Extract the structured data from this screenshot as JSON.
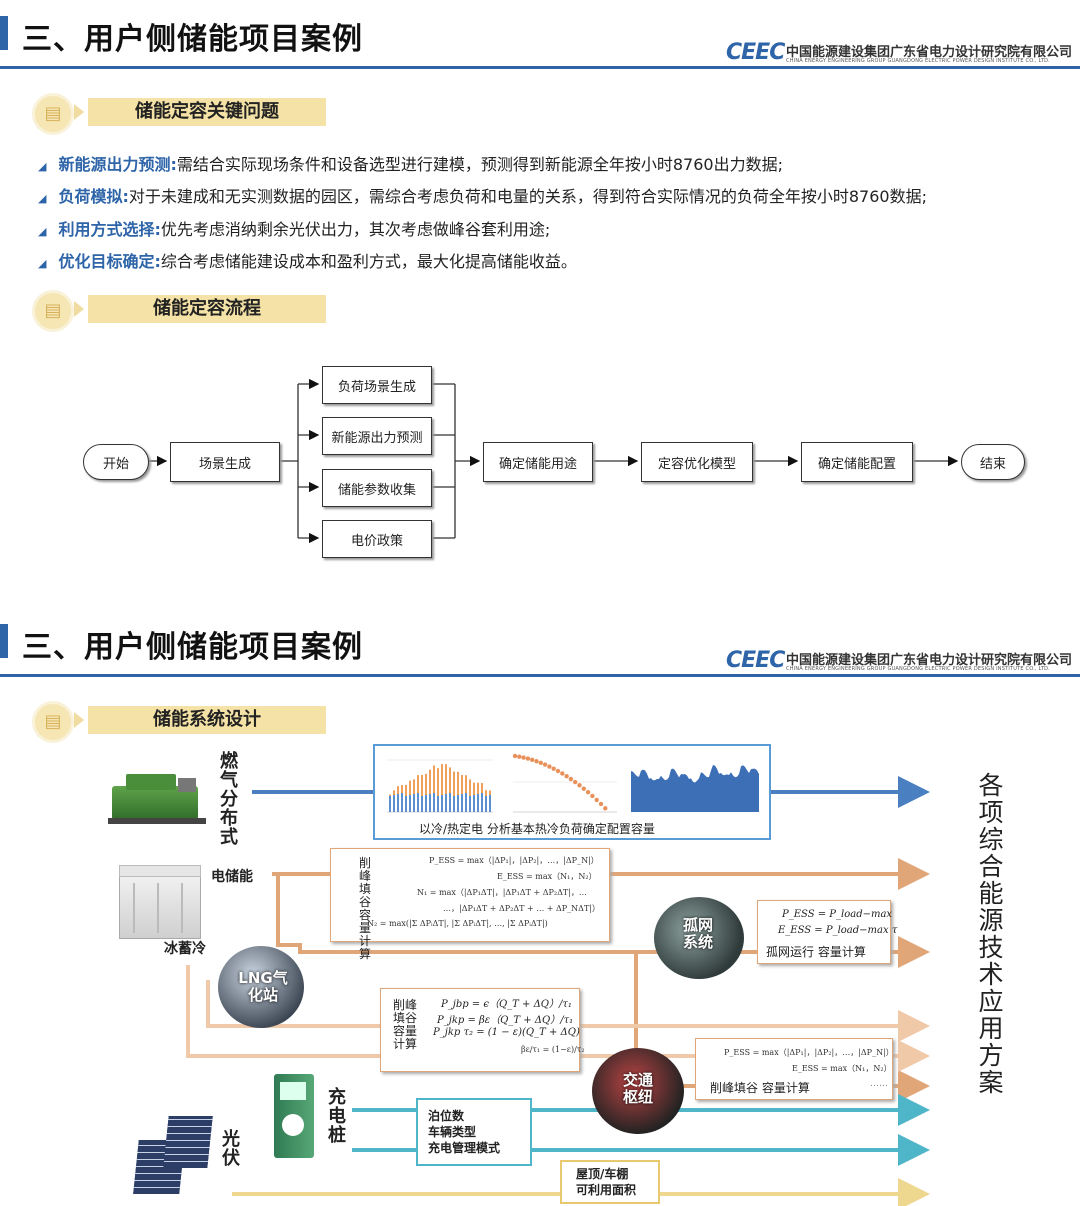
{
  "slide1": {
    "title": "三、用户侧储能项目案例",
    "logo": {
      "mark": "CEEC",
      "cn": "中国能源建设集团广东省电力设计研究院有限公司",
      "en": "CHINA ENERGY ENGINEERING GROUP GUANGDONG ELECTRIC POWER DESIGN INSTITUTE CO., LTD."
    },
    "section1": "储能定容关键问题",
    "bullets": [
      {
        "key": "新能源出力预测:",
        "text": "需结合实际现场条件和设备选型进行建模，预测得到新能源全年按小时8760出力数据;"
      },
      {
        "key": "负荷模拟:",
        "text": "对于未建成和无实测数据的园区，需综合考虑负荷和电量的关系，得到符合实际情况的负荷全年按小时8760数据;"
      },
      {
        "key": "利用方式选择:",
        "text": "优先考虑消纳剩余光伏出力，其次考虑做峰谷套利用途;"
      },
      {
        "key": "优化目标确定:",
        "text": "综合考虑储能建设成本和盈利方式，最大化提高储能收益。"
      }
    ],
    "section2": "储能定容流程",
    "flow": {
      "start": "开始",
      "scene": "场景生成",
      "branches": [
        "负荷场景生成",
        "新能源出力预测",
        "储能参数收集",
        "电价政策"
      ],
      "use": "确定储能用途",
      "model": "定容优化模型",
      "config": "确定储能配置",
      "end": "结束"
    }
  },
  "slide2": {
    "title": "三、用户侧储能项目案例",
    "logo": {
      "mark": "CEEC",
      "cn": "中国能源建设集团广东省电力设计研究院有限公司",
      "en": "CHINA ENERGY ENGINEERING GROUP GUANGDONG ELECTRIC POWER DESIGN INSTITUTE CO., LTD."
    },
    "section": "储能系统设计",
    "gas_label": "燃气分布式",
    "gas_caption": "以冷/热定电  分析基本热冷负荷确定配置容量",
    "elec_label": "电储能",
    "ice_label": "冰蓄冷",
    "lng_label": "LNG气化站",
    "peak_label": "削峰填谷容量计算",
    "f1": [
      "P_ESS = max（|ΔP₁|，|ΔP₂|，…，|ΔP_N|）",
      "E_ESS = max（N₁，N₂）",
      "N₁ = max（|ΔP₁ΔT|，|ΔP₁ΔT + ΔP₂ΔT|，…",
      "…，|ΔP₁ΔT + ΔP₂ΔT + … + ΔP_NΔT|）",
      "N₂ = max(|Σ ΔPᵢΔT|, |Σ ΔPᵢΔT|, …, |Σ ΔPᵢΔT|)"
    ],
    "island_circle": "孤网系统",
    "island_f": [
      "P_ESS = P_load−max",
      "E_ESS = P_load−max τ"
    ],
    "island_caption": "孤网运行  容量计算",
    "ice_f": [
      "P_jbp = ϵ（Q_T + ΔQ）/τ₁",
      "P_jkp = βε（Q_T + ΔQ）/τ₁",
      "P_jkp τ₂ = (1 − ε)(Q_T + ΔQ)",
      "βε/τ₁ = (1−ε)/τ₂"
    ],
    "traffic_circle": "交通枢纽",
    "peak2_f": [
      "P_ESS = max（|ΔP₁|，|ΔP₂|，…，|ΔP_N|）",
      "E_ESS = max（N₁，N₂）"
    ],
    "peak2_caption": "削峰填谷 容量计算",
    "peak2_dots": "……",
    "charge_label": "充电桩",
    "charge_box": [
      "泊位数",
      "车辆类型",
      "充电管理模式"
    ],
    "pv_label": "光伏",
    "pv_box": [
      "屋顶/车棚",
      "可利用面积"
    ],
    "right_title": "各项综合能源技术应用方案",
    "colors": {
      "blue": "#4a7fc1",
      "orange": "#e0a678",
      "teal": "#4fb5c8",
      "yellow": "#eed78f",
      "peach": "#f0c9a8"
    }
  }
}
